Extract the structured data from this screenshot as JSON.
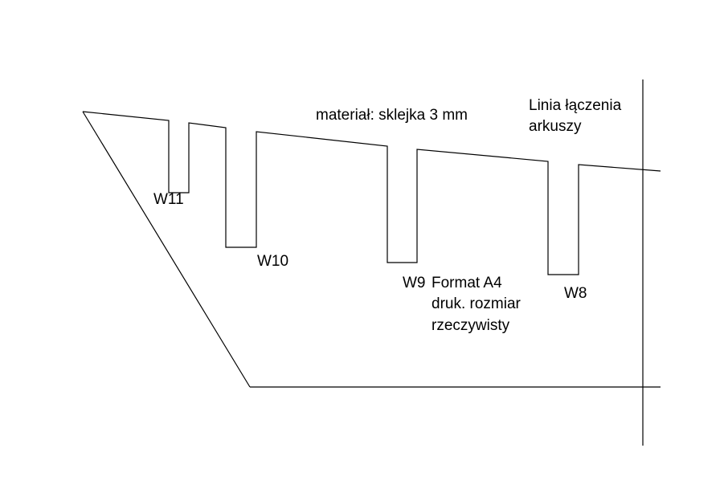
{
  "labels": {
    "w11": "W11",
    "w10": "W10",
    "w9": "W9",
    "w8": "W8",
    "material": "materiał: sklejka 3 mm",
    "format_line1": "Format A4",
    "format_line2": "druk. rozmiar",
    "format_line3": "rzeczywisty",
    "joint_line1": "Linia łączenia",
    "joint_line2": "arkuszy"
  },
  "colors": {
    "stroke": "#000000",
    "background": "#ffffff"
  }
}
